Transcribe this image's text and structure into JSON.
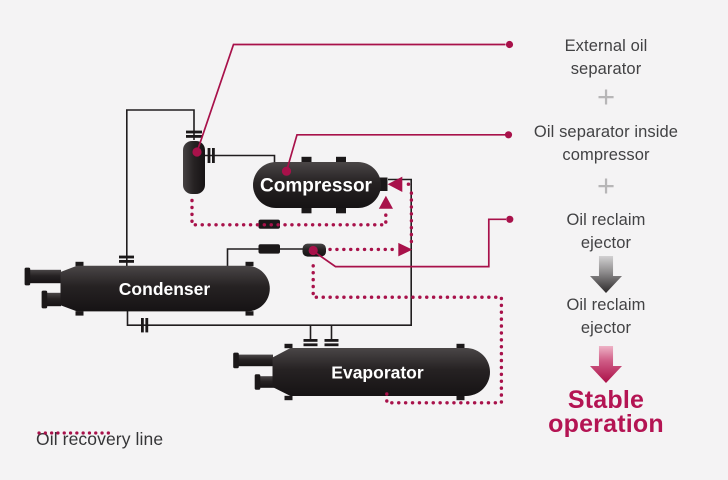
{
  "diagram": {
    "vessels": {
      "compressor": "Compressor",
      "condenser": "Condenser",
      "evaporator": "Evaporator"
    },
    "legend": {
      "label": "Oil recovery line"
    }
  },
  "sequence": {
    "item1": "External oil separator",
    "plus": "+",
    "item2": "Oil separator inside compressor",
    "item3": "Oil reclaim ejector",
    "item4": "Oil reclaim ejector",
    "result": "Stable operation"
  },
  "colors": {
    "accent_crimson": "#a8114a",
    "result_text": "#b41453",
    "vessel_dark": "#242021",
    "pipe_black": "#201d1e",
    "background": "#f4f3f4",
    "body_text": "#424244",
    "plus_gray": "#b7b6b7"
  }
}
